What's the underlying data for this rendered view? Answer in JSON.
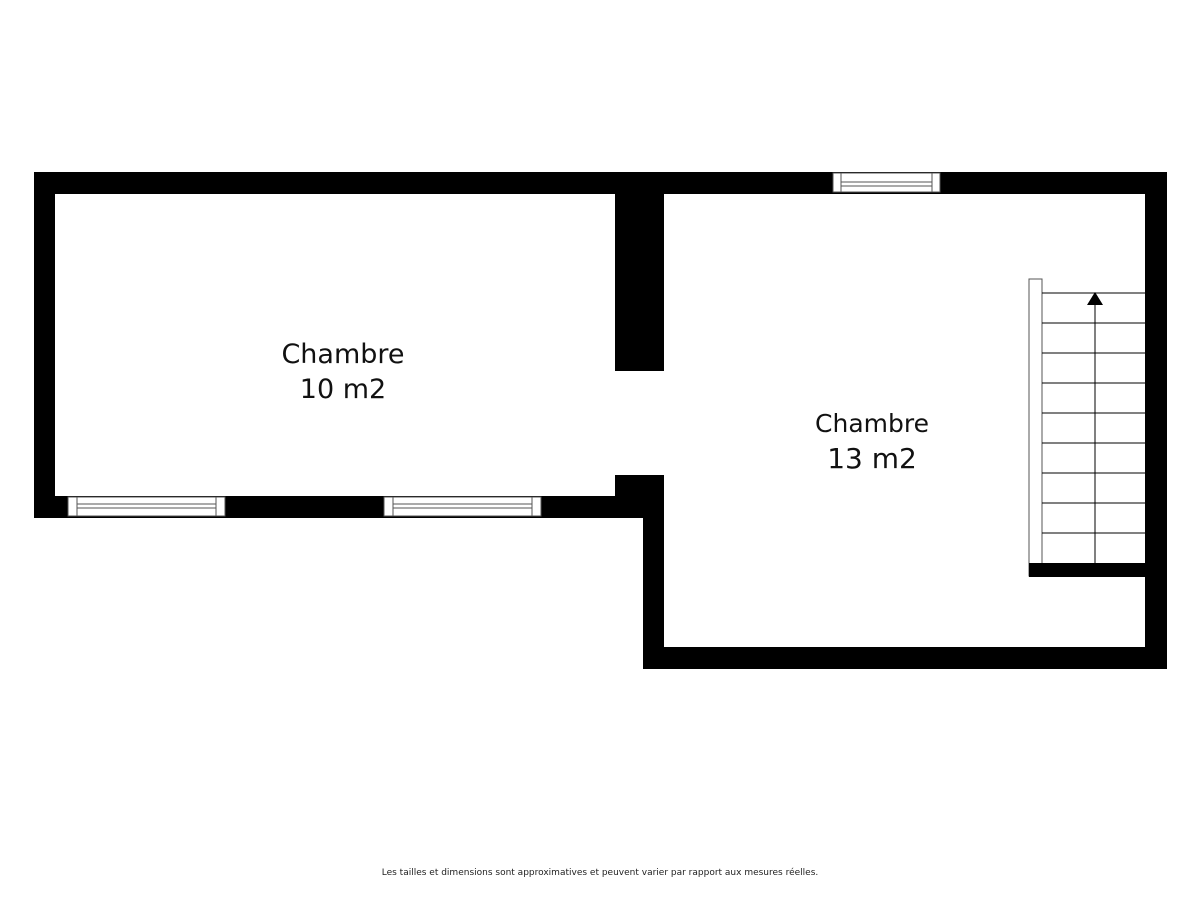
{
  "rooms": [
    {
      "name": "Chambre",
      "area": "10 m2"
    },
    {
      "name": "Chambre",
      "area": "13 m2"
    }
  ],
  "footer": {
    "disclaimer": "Les tailles et dimensions sont approximatives et peuvent varier par rapport aux mesures réelles."
  },
  "colors": {
    "wall": "#000000",
    "background": "#ffffff",
    "window_frame": "#555555"
  }
}
